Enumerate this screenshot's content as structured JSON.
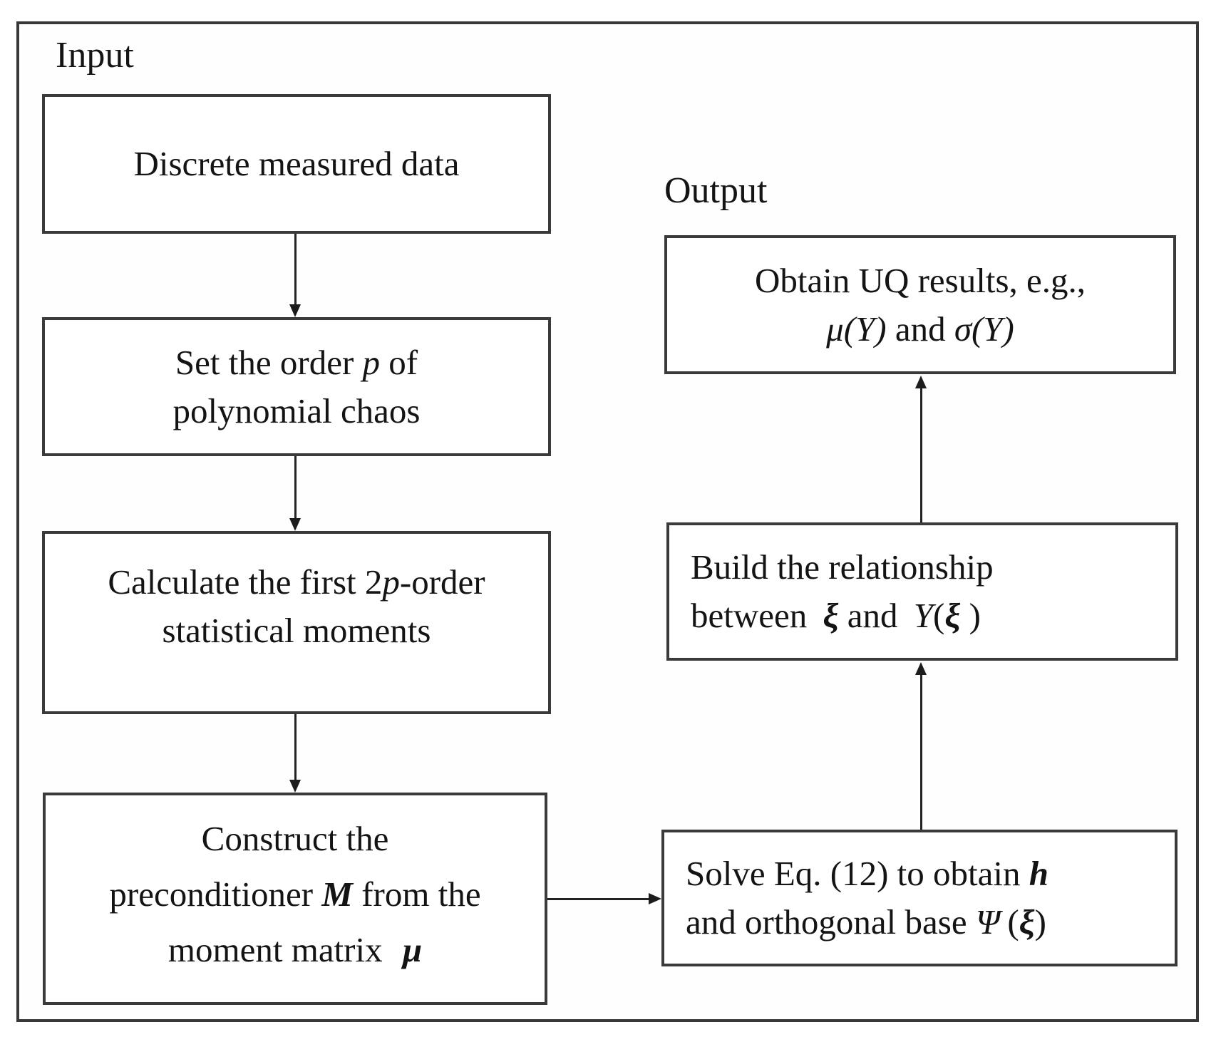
{
  "labels": {
    "input": "Input",
    "output": "Output"
  },
  "colors": {
    "background": "#ffffff",
    "box_border": "#3a3a3a",
    "frame_border": "#383838",
    "text": "#141414",
    "arrow": "#1c1c1c"
  },
  "boxes": {
    "discrete_data": {
      "line1": [
        "Discrete measured data"
      ]
    },
    "set_order": {
      "line1": [
        "Set the order ",
        "p",
        " of"
      ],
      "line2": [
        "polynomial chaos"
      ]
    },
    "moments": {
      "line1": [
        "Calculate the first 2",
        "p",
        "-order"
      ],
      "line2": [
        "statistical moments"
      ]
    },
    "preconditioner": {
      "line1": [
        "Construct the"
      ],
      "line2": [
        "preconditioner ",
        "M",
        " from the"
      ],
      "line3": [
        "moment matrix ",
        "μ"
      ]
    },
    "uq_results": {
      "line1": [
        "Obtain UQ results, e.g.,"
      ],
      "line2": [
        "μ(Y)",
        " and ",
        "σ(Y)"
      ]
    },
    "relationship": {
      "line1": [
        "Build the relationship"
      ],
      "line2": [
        "between ",
        "ξ",
        " and ",
        "Y",
        "(",
        "ξ",
        " )"
      ]
    },
    "solve": {
      "line1": [
        "Solve Eq. (12) to obtain ",
        "h"
      ],
      "line2": [
        "and orthogonal base ",
        "Ψ",
        "(",
        "ξ",
        ")"
      ]
    }
  }
}
